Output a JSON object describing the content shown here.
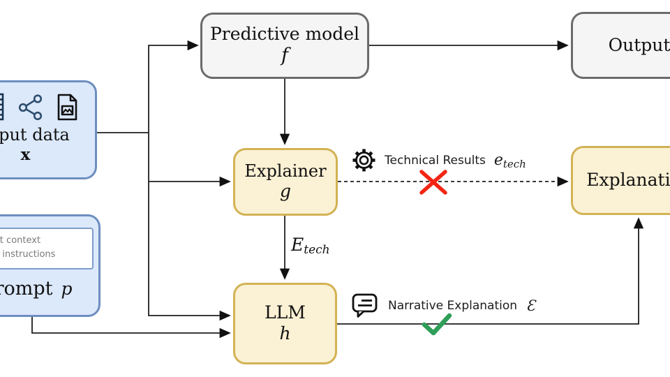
{
  "nodes": {
    "predictive_model": {
      "title": "Predictive model",
      "symbol": "f"
    },
    "output": {
      "title": "Output"
    },
    "input_data": {
      "title": "Input data",
      "symbol": "x"
    },
    "prompt": {
      "title": "Prompt",
      "symbol": "p",
      "context_lines": [
        "Dataset context",
        "Output instructions"
      ]
    },
    "explainer": {
      "title": "Explainer",
      "symbol": "g"
    },
    "llm": {
      "title": "LLM",
      "symbol": "h"
    },
    "explanation": {
      "title": "Explanation"
    }
  },
  "edge_labels": {
    "technical_results": {
      "label": "Technical Results",
      "symbol_main": "e",
      "symbol_sub": "tech"
    },
    "narrative_explanation": {
      "label": "Narrative Explanation",
      "symbol": "Ɛ"
    },
    "etech": {
      "main": "E",
      "sub": "tech"
    }
  },
  "icons": {
    "input_data_icons": [
      "table-icon",
      "share-icon",
      "image-file-icon"
    ],
    "technical_icon": "gear-icon",
    "narrative_icon": "speech-bubble-icon",
    "blocked_mark": "red-cross-icon",
    "approved_mark": "green-check-icon"
  },
  "colors": {
    "gray_fill": "#f5f5f5",
    "gray_border": "#6b6b6b",
    "blue_fill": "#dce9fb",
    "blue_border": "#6d8ebf",
    "yellow_fill": "#fbf1d4",
    "yellow_border": "#d2b254",
    "cross_red": "#f22613",
    "check_green": "#2f9e58",
    "wire": "#1f1f1f"
  }
}
